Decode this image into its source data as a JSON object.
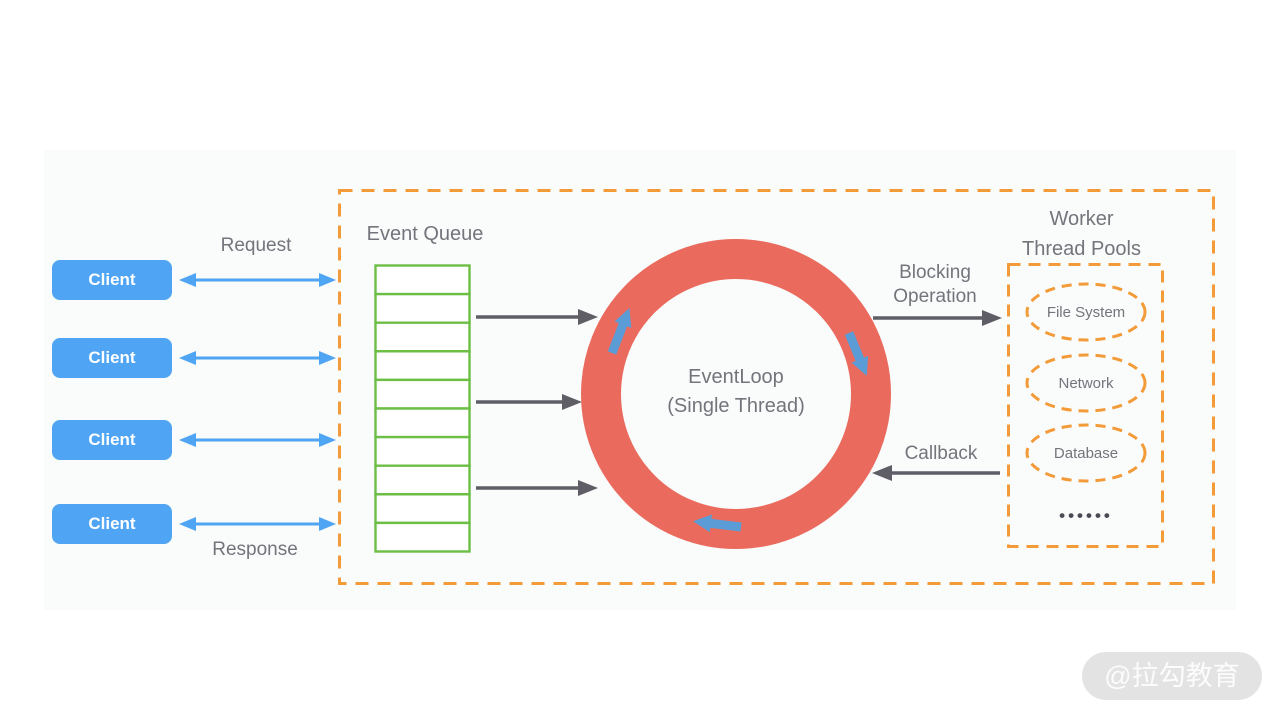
{
  "diagram": {
    "clients": [
      {
        "label": "Client"
      },
      {
        "label": "Client"
      },
      {
        "label": "Client"
      },
      {
        "label": "Client"
      }
    ],
    "labels": {
      "request": "Request",
      "response": "Response"
    },
    "event_queue": {
      "title": "Event Queue",
      "cells": 10
    },
    "event_loop": {
      "title": "EventLoop",
      "subtitle": "(Single Thread)"
    },
    "flows": {
      "blocking_line1": "Blocking",
      "blocking_line2": "Operation",
      "callback": "Callback"
    },
    "worker_pools": {
      "title_line1": "Worker",
      "title_line2": "Thread Pools",
      "pools": [
        {
          "label": "File System"
        },
        {
          "label": "Network"
        },
        {
          "label": "Database"
        }
      ],
      "more_dots": "••••••"
    },
    "watermark": {
      "text": "@拉勾教育"
    },
    "colors": {
      "client_blue": "#4FA5F3",
      "dashed_orange": "#F29B38",
      "queue_green": "#6CBE45",
      "loop_red": "#EA6B5D",
      "rotation_blue": "#5B9CD6",
      "arrow_gray": "#5F5E66",
      "text_gray": "#74747C"
    }
  }
}
